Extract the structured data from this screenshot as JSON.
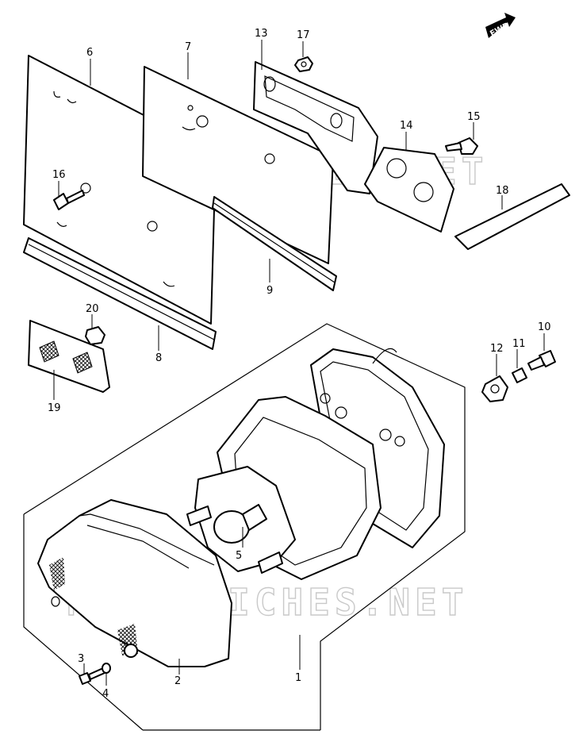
{
  "watermark": "MICROFICHES.NET",
  "direction_badge": "FWD",
  "callouts": {
    "c1": "1",
    "c2": "2",
    "c3": "3",
    "c4": "4",
    "c5": "5",
    "c6": "6",
    "c7": "7",
    "c8": "8",
    "c9": "9",
    "c10": "10",
    "c11": "11",
    "c12": "12",
    "c13": "13",
    "c14": "14",
    "c15": "15",
    "c16": "16",
    "c17": "17",
    "c18": "18",
    "c19": "19",
    "c20": "20"
  }
}
